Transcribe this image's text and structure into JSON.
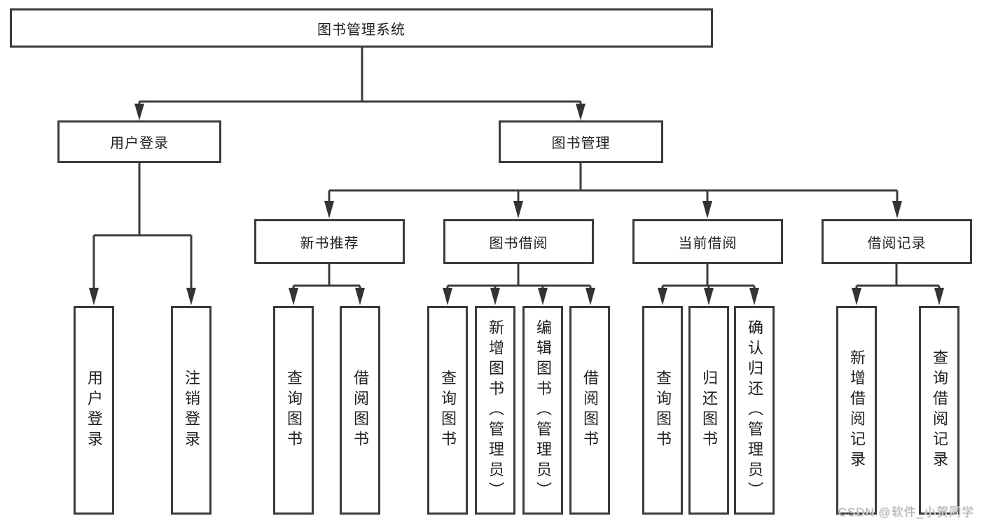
{
  "diagram": {
    "title": "图书管理系统",
    "root": {
      "label": "图书管理系统"
    },
    "login_branch": {
      "label": "用户登录",
      "children": [
        {
          "label": "用户登录"
        },
        {
          "label": "注销登录"
        }
      ]
    },
    "management_branch": {
      "label": "图书管理",
      "children": [
        {
          "label": "新书推荐",
          "children": [
            {
              "label": "查询图书"
            },
            {
              "label": "借阅图书"
            }
          ]
        },
        {
          "label": "图书借阅",
          "children": [
            {
              "label": "查询图书"
            },
            {
              "label": "新增图书（管理员）"
            },
            {
              "label": "编辑图书（管理员）"
            },
            {
              "label": "借阅图书"
            }
          ]
        },
        {
          "label": "当前借阅",
          "children": [
            {
              "label": "查询图书"
            },
            {
              "label": "归还图书"
            },
            {
              "label": "确认归还（管理员）"
            }
          ]
        },
        {
          "label": "借阅记录",
          "children": [
            {
              "label": "新增借阅记录"
            },
            {
              "label": "查询借阅记录"
            }
          ]
        }
      ]
    }
  },
  "watermark": {
    "text": "CSDN @软件_小贺同学"
  },
  "colors": {
    "background": "#ffffff",
    "box_border": "#3b3b3b",
    "box_fill": "#ffffff",
    "text": "#1f1f1f",
    "connector": "#3b3b3b",
    "arrowhead": "#333333",
    "watermark_text": "#b5b5b5"
  }
}
